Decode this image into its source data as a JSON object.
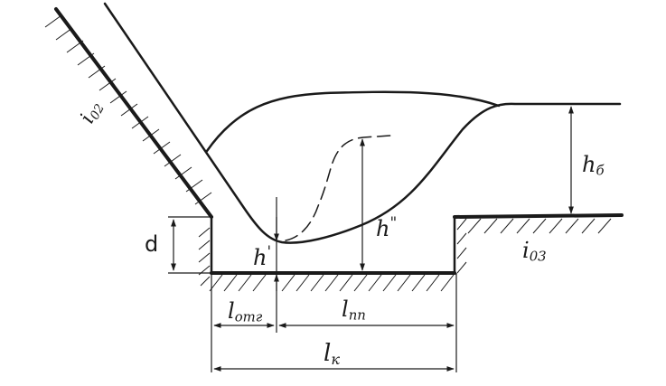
{
  "labels": {
    "i_02": {
      "main": "i",
      "sub": "02"
    },
    "i_03": {
      "main": "i",
      "sub": "03"
    },
    "h_b": {
      "main": "h",
      "sub": "б"
    },
    "d": {
      "main": "d"
    },
    "h_prime": {
      "main": "h",
      "sup": "'"
    },
    "h_double_prime": {
      "main": "h",
      "sup": "\""
    },
    "l_otg": {
      "main": "l",
      "sub": "отг"
    },
    "l_pp": {
      "main": "l",
      "sub": "пп"
    },
    "l_k": {
      "main": "l",
      "sub": "к"
    }
  },
  "colors": {
    "ink": "#1a1a1a",
    "paper": "#ffffff"
  }
}
